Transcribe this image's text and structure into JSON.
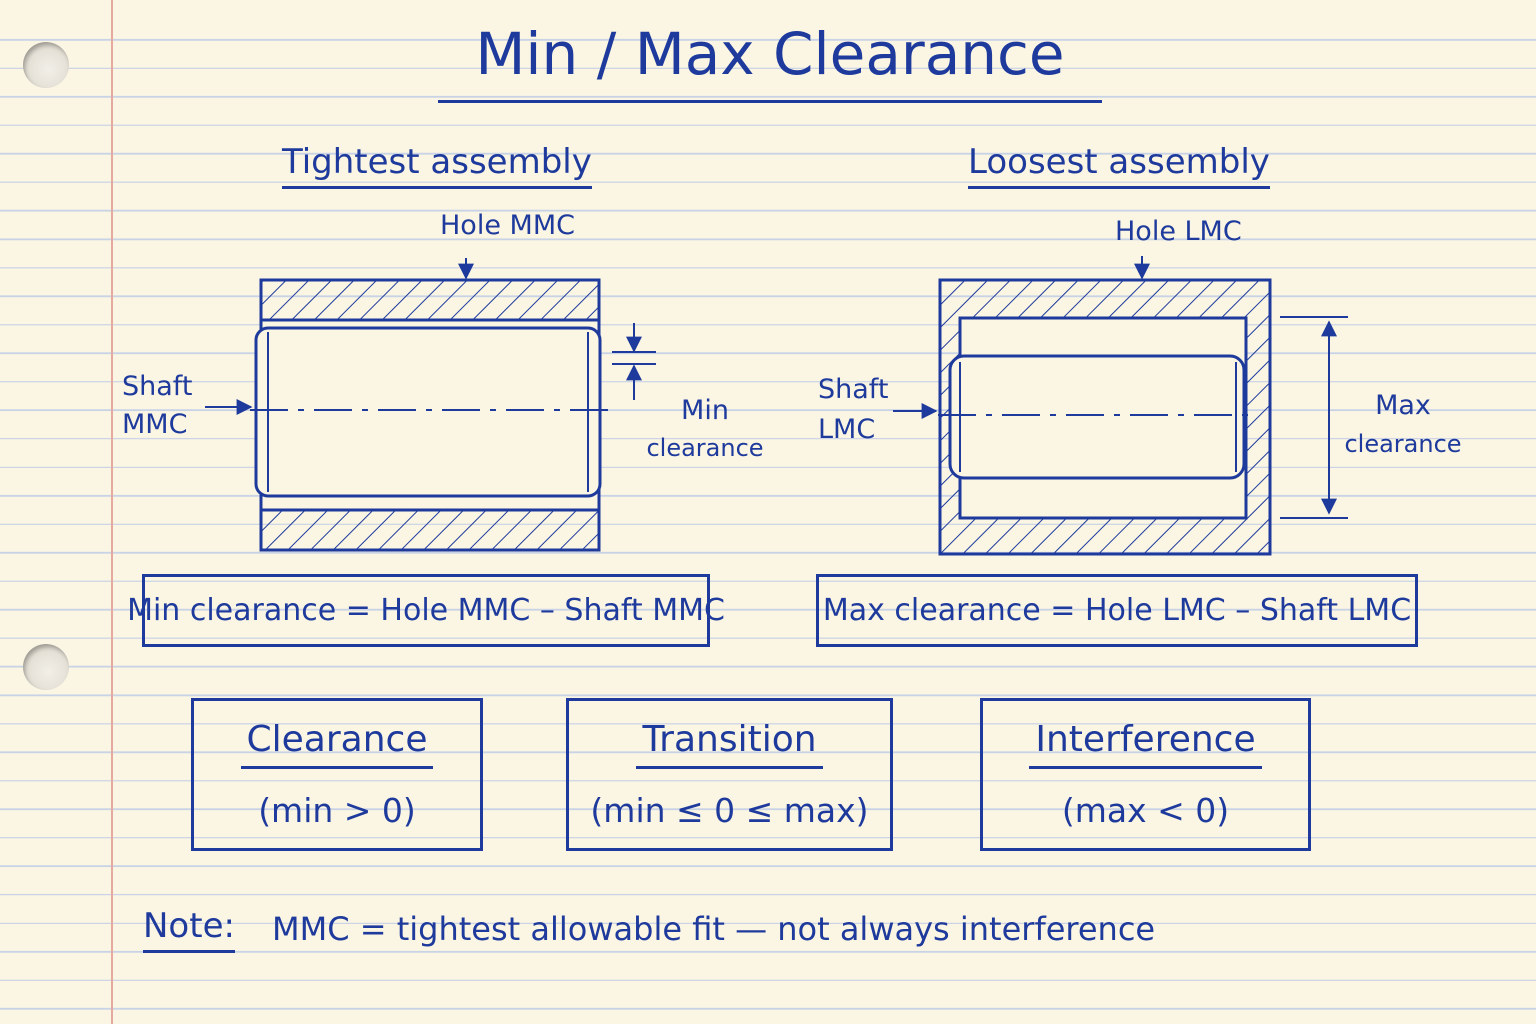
{
  "title": "Min / Max Clearance",
  "tight": {
    "heading": "Tightest assembly",
    "hole_label": "Hole MMC",
    "shaft_label_line1": "Shaft",
    "shaft_label_line2": "MMC",
    "clearance_line1": "Min",
    "clearance_line2": "clearance",
    "formula": "Min clearance = Hole MMC – Shaft MMC"
  },
  "loose": {
    "heading": "Loosest assembly",
    "hole_label": "Hole LMC",
    "shaft_label_line1": "Shaft",
    "shaft_label_line2": "LMC",
    "clearance_line1": "Max",
    "clearance_line2": "clearance",
    "formula": "Max clearance = Hole LMC – Shaft LMC"
  },
  "fit_types": [
    {
      "name": "Clearance",
      "condition": "(min > 0)"
    },
    {
      "name": "Transition",
      "condition": "(min ≤ 0 ≤ max)"
    },
    {
      "name": "Interference",
      "condition": "(max < 0)"
    }
  ],
  "note": {
    "label": "Note:",
    "text": "MMC = tightest allowable fit — not always interference"
  },
  "colors": {
    "ink": "#1d3a9c",
    "paper": "#fbf5e3",
    "rule_line": "#c9d3e6",
    "margin_line": "#e6a9a0"
  }
}
